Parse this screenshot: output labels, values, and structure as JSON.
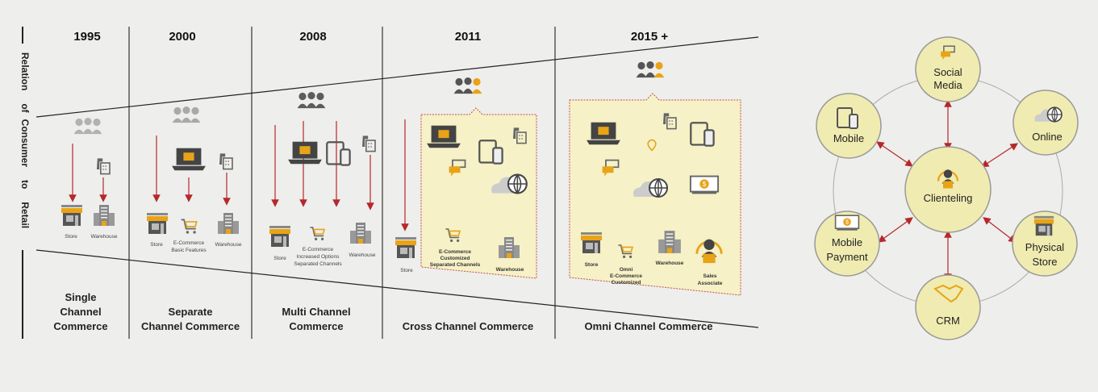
{
  "axis_label": [
    "Relation",
    "of",
    "Consumer",
    "to",
    "Retail"
  ],
  "eras": [
    {
      "year": "1995",
      "title": [
        "Single",
        "Channel",
        "Commerce"
      ]
    },
    {
      "year": "2000",
      "title": [
        "Separate",
        "Channel Commerce"
      ]
    },
    {
      "year": "2008",
      "title": [
        "Multi Channel",
        "Commerce"
      ]
    },
    {
      "year": "2011",
      "title": [
        "Cross Channel Commerce"
      ]
    },
    {
      "year": "2015 +",
      "title": [
        "Omni Channel Commerce"
      ]
    }
  ],
  "labels": {
    "store": "Store",
    "warehouse": "Warehouse",
    "ecom_basic": [
      "E-Commerce",
      "Basic Features"
    ],
    "ecom_inc": [
      "E-Commerce",
      "Increased Options",
      "Separated Channels"
    ],
    "ecom_cust": [
      "E-Commerce",
      "Customized",
      "Separated Channels"
    ],
    "ecom_omni": [
      "Omni",
      "E-Commerce",
      "Customized"
    ],
    "sales": [
      "Sales",
      "Associate"
    ]
  },
  "hub": {
    "center": "Clienteling",
    "nodes": [
      {
        "label": [
          "Social",
          "Media"
        ]
      },
      {
        "label": [
          "Online"
        ]
      },
      {
        "label": [
          "Physical",
          "Store"
        ]
      },
      {
        "label": [
          "CRM"
        ]
      },
      {
        "label": [
          "Mobile",
          "Payment"
        ]
      },
      {
        "label": [
          "Mobile"
        ]
      }
    ]
  },
  "colors": {
    "accent": "#e8a317",
    "arrow": "#b5282a",
    "box": "#f6f1c6",
    "node": "#f0ebb0",
    "icon": "#555555"
  }
}
